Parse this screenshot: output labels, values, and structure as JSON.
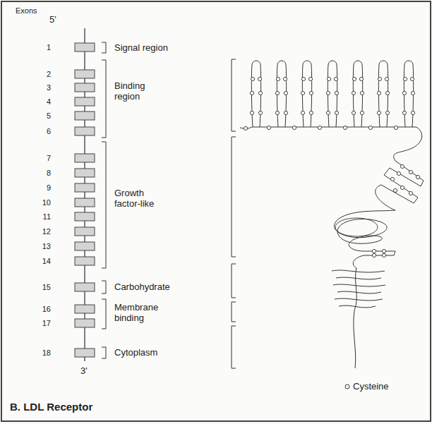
{
  "diagram": {
    "caption": "B. LDL Receptor",
    "labels": [
      "Exons",
      "5'",
      "1",
      "2",
      "3",
      "4",
      "5",
      "6",
      "7",
      "8",
      "9",
      "10",
      "11",
      "12",
      "13",
      "14",
      "15",
      "16",
      "17",
      "18",
      "3'",
      "Signal region",
      "Binding region",
      "Growth factor-like",
      "Carbohydrate",
      "Membrane binding",
      "Cytoplasm"
    ],
    "legend": [
      {
        "text": "Cysteine"
      }
    ]
  }
}
